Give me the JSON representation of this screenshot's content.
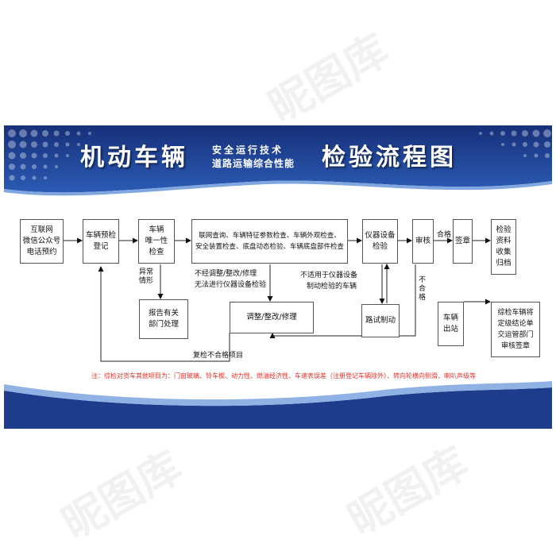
{
  "header": {
    "title_left": "机动车辆",
    "subtitle_line1": "安全运行技术",
    "subtitle_line2": "道路运输综合性能",
    "title_right": "检验流程图"
  },
  "watermark": "昵图库",
  "colors": {
    "navy": "#1e3c8c",
    "blue": "#2a59b0",
    "note_red": "#e0322a"
  },
  "boxes": {
    "internet_booking": "互联网\n微信公众号\n电话预约",
    "pre_registration": "车辆预检\n登记",
    "uniqueness_check": "车辆\n唯一性\n检查",
    "inspection_items": "联网查询、车辆特征参数检查、车辆外观检查、\n安全装置检查、底盘动态检验、车辆底盘部件检查",
    "instrument_inspection": "仪器设备\n检验",
    "review": "审核",
    "sign": "签章",
    "records": "检验\n资料\n收集\n归档",
    "report_dept": "报告有关\n部门处理",
    "adjust_repair": "调整/整改/修理",
    "road_braking": "路试制动",
    "vehicle_exit": "车辆\n出站",
    "final_report": "综检车辆将\n定级结论单\n交运管部门\n审核签章"
  },
  "labels": {
    "abnormal": "异常\n情形",
    "no_adjust_line1": "不经调整/整改/修理",
    "no_adjust_line2": "无法进行仪器设备检验",
    "not_applicable_line1": "不适用于仪器设备",
    "not_applicable_line2": "制动检验的车辆",
    "pass": "合格",
    "fail": "不合格",
    "recheck": "复检不合格项目"
  },
  "note": "注：综检对货车其他项目为：门窗玻璃、铃车楔、动力性、燃油经济性、车速表误差（注册登记车辆除外）、转向轮横向侧滑、喇叭声级等"
}
